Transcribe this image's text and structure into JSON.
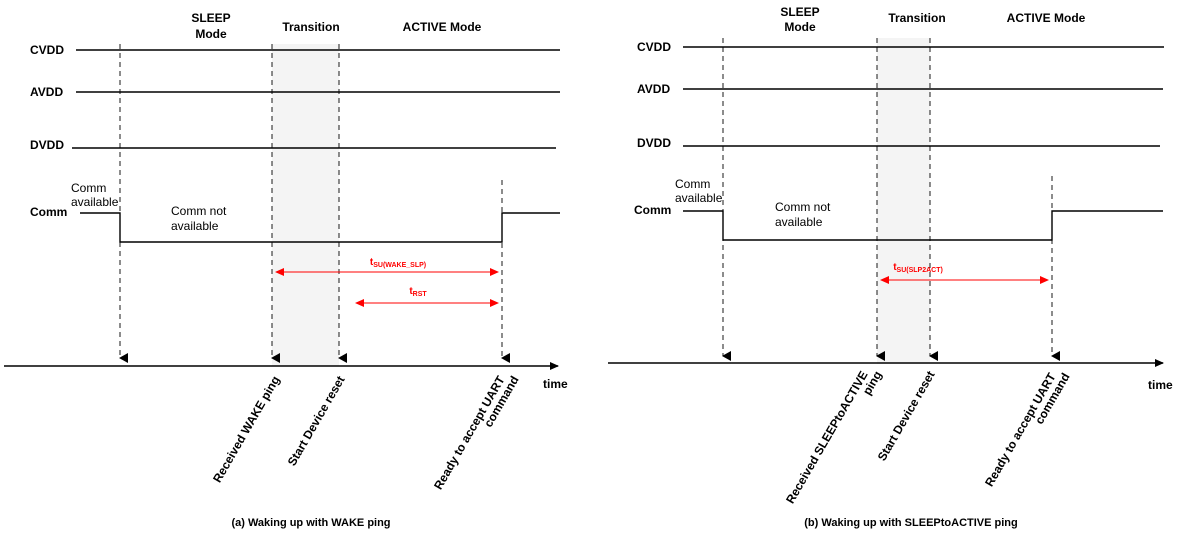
{
  "panel_a": {
    "header_sleep_line1": "SLEEP",
    "header_sleep_line2": "Mode",
    "header_transition": "Transition",
    "header_active": "ACTIVE Mode",
    "signal_cvdd": "CVDD",
    "signal_avdd": "AVDD",
    "signal_dvdd": "DVDD",
    "signal_comm": "Comm",
    "comm_available_line1": "Comm",
    "comm_available_line2": "available",
    "comm_not_available_line1": "Comm not",
    "comm_not_available_line2": "available",
    "timing1_main": "t",
    "timing1_sub": "SU(WAKE_SLP)",
    "timing2_main": "t",
    "timing2_sub": "RST",
    "axis_label": "time",
    "event1": "Received WAKE ping",
    "event2": "Start Device reset",
    "event3_line1": "Ready to accept UART",
    "event3_line2": "command",
    "caption": "(a) Waking up with WAKE ping"
  },
  "panel_b": {
    "header_sleep_line1": "SLEEP",
    "header_sleep_line2": "Mode",
    "header_transition": "Transition",
    "header_active": "ACTIVE Mode",
    "signal_cvdd": "CVDD",
    "signal_avdd": "AVDD",
    "signal_dvdd": "DVDD",
    "signal_comm": "Comm",
    "comm_available_line1": "Comm",
    "comm_available_line2": "available",
    "comm_not_available_line1": "Comm not",
    "comm_not_available_line2": "available",
    "timing1_main": "t",
    "timing1_sub": "SU(SLP2ACT)",
    "axis_label": "time",
    "event1_line1": "Received SLEEPtoACTIVE",
    "event1_line2": "ping",
    "event2": "Start Device reset",
    "event3_line1": "Ready to accept UART",
    "event3_line2": "command",
    "caption": "(b) Waking up with SLEEPtoACTIVE ping"
  },
  "colors": {
    "signal_line": "#000000",
    "timing_arrow": "#ff0000",
    "transition_band": "#f4f4f4"
  }
}
